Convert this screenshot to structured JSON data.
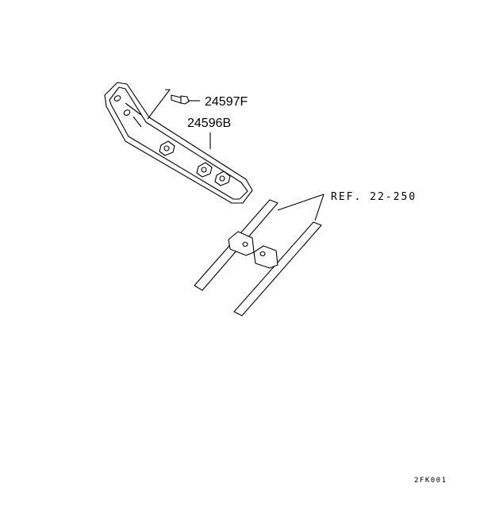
{
  "diagram": {
    "type": "parts-illustration",
    "callouts": [
      {
        "id": "bolt",
        "label": "24597F"
      },
      {
        "id": "bracket",
        "label": "24596B"
      },
      {
        "id": "hoses",
        "label": "REF. 22-250"
      }
    ],
    "figure_code": "2FK001"
  }
}
